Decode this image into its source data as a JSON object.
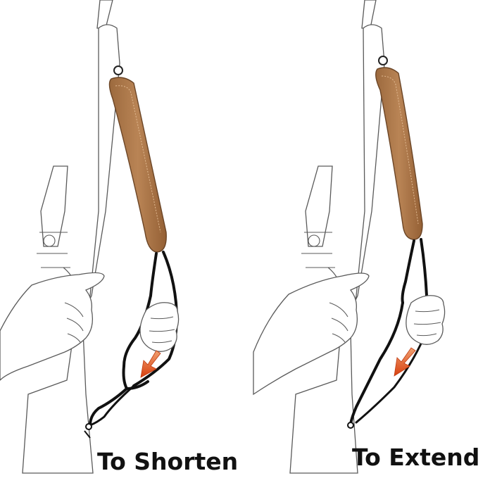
{
  "panels": [
    {
      "id": "shorten",
      "caption": "To Shorten"
    },
    {
      "id": "extend",
      "caption": "To Extend"
    }
  ],
  "colors": {
    "outline": "#5a5a5a",
    "pad": "#b07a4c",
    "pad_dark": "#8a5a33",
    "strap": "#111111",
    "arrow": "#e0541c"
  }
}
